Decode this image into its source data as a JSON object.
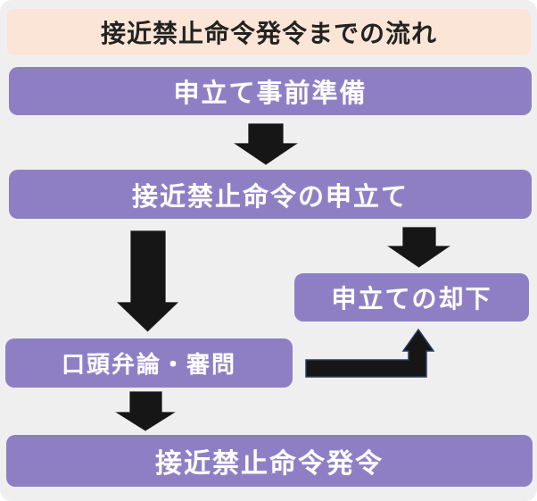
{
  "header": {
    "title": "接近禁止命令発令までの流れ"
  },
  "flow": {
    "step1": "申立て事前準備",
    "step2": "接近禁止命令の申立て",
    "step3": "口頭弁論・審問",
    "step4": "接近禁止命令発令",
    "rejection": "申立ての却下"
  },
  "icons": {
    "down_arrow": "down-block-arrow",
    "elbow_arrow": "elbow-up-right-arrow"
  },
  "colors": {
    "background": "#F0EFEF",
    "page": "#FFFFFF",
    "box_fill": "#8E7FC5",
    "box_text": "#FFFFFF",
    "title_fill": "#FBE5D6",
    "title_text": "#222222",
    "arrow": "#161616",
    "elbow_outline": "#2B3B63"
  }
}
